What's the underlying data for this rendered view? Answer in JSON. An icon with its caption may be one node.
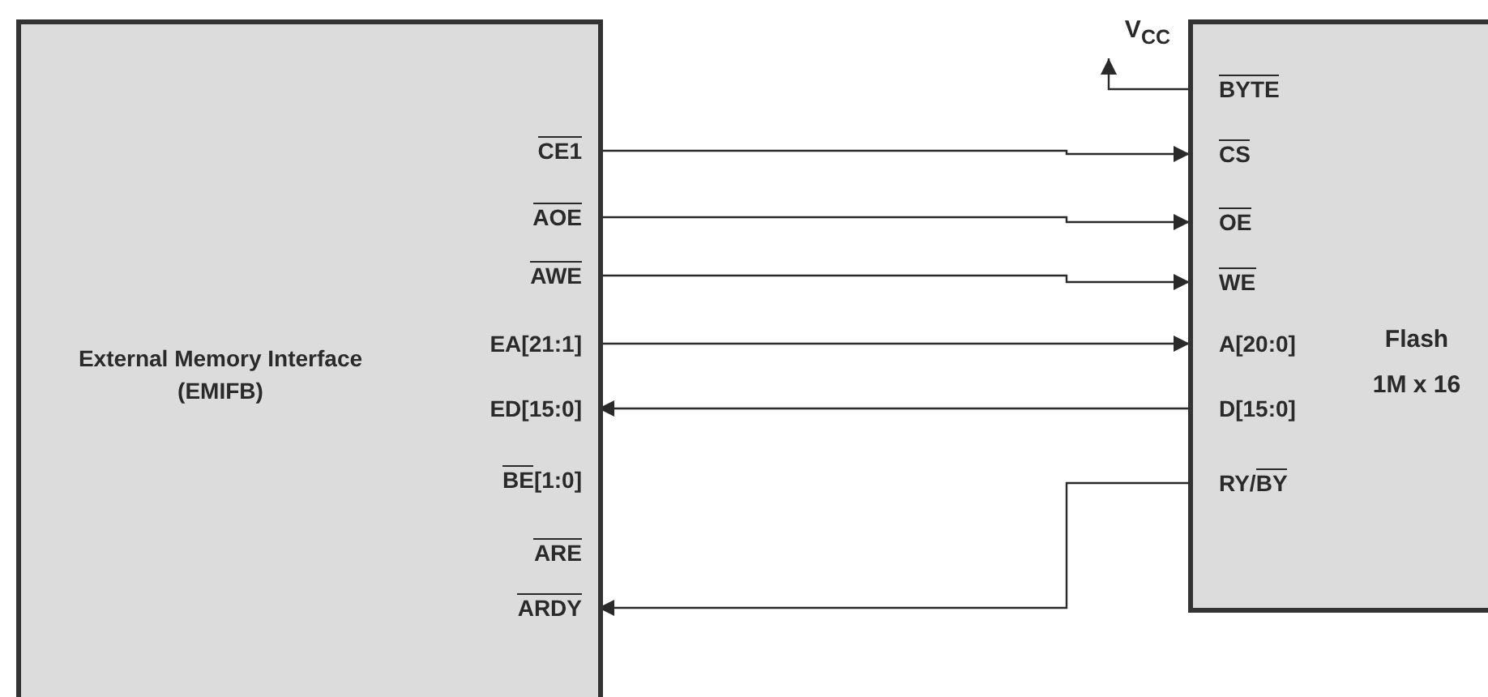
{
  "diagram": {
    "nodes": [
      {
        "text": [
          "External Memory Interface (EMIFB)"
        ]
      },
      {
        "text": [
          "V$_{CC}$"
        ]
      },
      {
        "text": [
          "Flash",
          "1M x 16"
        ]
      },
      {
        "text": [
          "CE1"
        ],
        "in": 0
      },
      {
        "text": [
          "AOE"
        ],
        "in": 0
      },
      {
        "text": [
          "AWE"
        ],
        "in": 0
      },
      {
        "text": [
          "EA[21:1]"
        ],
        "in": 0
      },
      {
        "text": [
          "ED[15:0]"
        ],
        "in": 0
      },
      {
        "text": [
          "ARDY"
        ],
        "in": 0
      },
      {
        "text": [
          "BYTE"
        ],
        "in": 2
      },
      {
        "text": [
          "CS"
        ],
        "in": 2
      },
      {
        "text": [
          "OE"
        ],
        "in": 2
      },
      {
        "text": [
          "WE"
        ],
        "in": 2
      },
      {
        "text": [
          "A[20:0]"
        ],
        "in": 2
      },
      {
        "text": [
          "D[15:0]"
        ],
        "in": 2
      },
      {
        "text": [
          "RY/BY"
        ],
        "in": 2
      }
    ],
    "edges": [
      {
        "from": 9,
        "to": 1,
        "arrow": "to"
      },
      {
        "from": 3,
        "to": 10,
        "arrow": "to"
      },
      {
        "from": 4,
        "to": 11,
        "arrow": "to"
      },
      {
        "from": 5,
        "to": 12,
        "arrow": "to"
      },
      {
        "from": 6,
        "to": 13,
        "arrow": "to"
      },
      {
        "from": 14,
        "to": 7,
        "arrow": "to"
      },
      {
        "from": 15,
        "to": 8,
        "arrow": "to"
      }
    ],
    "labels": [
      "BE[1:0]",
      "ARE"
    ]
  }
}
